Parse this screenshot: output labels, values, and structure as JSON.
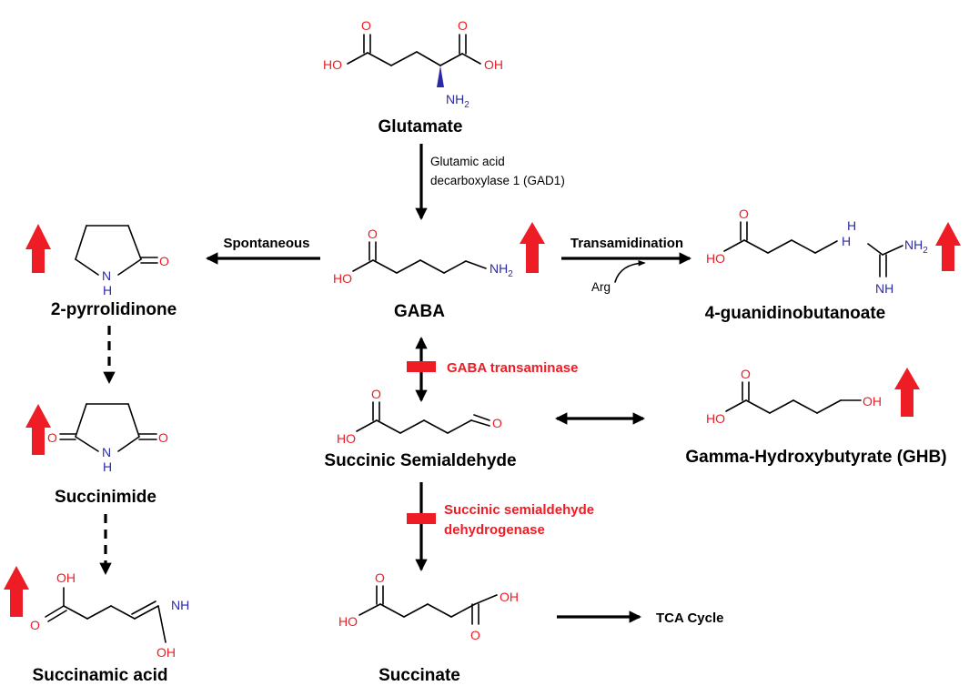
{
  "compounds": {
    "glutamate": "Glutamate",
    "gaba": "GABA",
    "pyrrolidinone": "2-pyrrolidinone",
    "guanidinobutanoate": "4-guanidinobutanoate",
    "succinic_semialdehyde": "Succinic Semialdehyde",
    "ghb": "Gamma-Hydroxybutyrate (GHB)",
    "succinimide": "Succinimide",
    "succinamic_acid": "Succinamic acid",
    "succinate": "Succinate",
    "tca": "TCA Cycle"
  },
  "reactions": {
    "gad1_line1": "Glutamic acid",
    "gad1_line2": "decarboxylase 1 (GAD1)",
    "spontaneous": "Spontaneous",
    "transamidination": "Transamidination",
    "arg": "Arg"
  },
  "enzymes": {
    "gaba_transaminase": "GABA transaminase",
    "ssadh_line1": "Succinic semialdehyde",
    "ssadh_line2": "dehydrogenase"
  },
  "atoms": {
    "ho": "HO",
    "oh": "OH",
    "o": "O",
    "n": "N",
    "h": "H",
    "nh": "NH",
    "nh2": "NH",
    "sub2": "2"
  },
  "colors": {
    "increase_arrow": "#ee1c24",
    "inhibition_bar": "#ee1c24",
    "oxygen": "#ee1c24",
    "nitrogen": "#2a2aa8",
    "enzyme_text": "#ee1c24"
  }
}
